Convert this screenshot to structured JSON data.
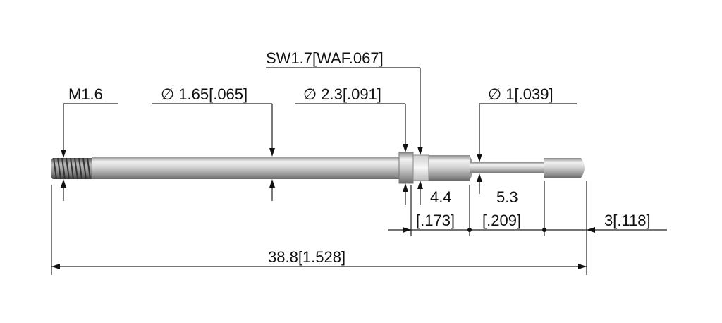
{
  "dimensions": {
    "thread": "M1.6",
    "shaft_diameter": "∅ 1.65[.065]",
    "collar_diameter": "∅ 2.3[.091]",
    "hex_width": "SW1.7[WAF.067]",
    "tip_diameter": "∅ 1[.039]",
    "collar_length_metric": "4.4",
    "collar_length_inch": "[.173]",
    "plunger_length_metric": "5.3",
    "plunger_length_inch": "[.209]",
    "tip_length": "3[.118]",
    "overall_length": "38.8[1.528]"
  },
  "colors": {
    "metal_light": "#e6e6e6",
    "metal_mid": "#b9b9b9",
    "metal_dark": "#6f6f6f",
    "line": "#222222"
  }
}
